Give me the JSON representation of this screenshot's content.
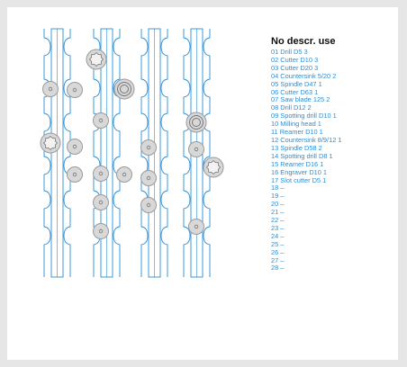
{
  "colors": {
    "rail": "#2a8ed6",
    "tool_fill": "#d8d8d8",
    "tool_stroke": "#9a9a9a",
    "list_text": "#2a8ed6",
    "title_text": "#111111"
  },
  "tool_list": {
    "title": "No descr. use",
    "items": [
      "01 Drill D5 3",
      "02 Cutter D10 3",
      "03 Cutter D20 3",
      "04 Countersink 5/20 2",
      "05 Spindle D47 1",
      "06 Cutter D63 1",
      "07 Saw blade 125 2",
      "08 Drill D12 2",
      "09 Spotting drill D10 1",
      "10 Milling head 1",
      "11 Reamer D10 1",
      "12 Countersink 8/9/12 1",
      "13 Spindle D58 2",
      "14 Spotting drill D8 1",
      "15 Reamer D16 1",
      "16 Engraver D10 1",
      "17 Slot cutter D5 1",
      "18 –",
      "19 –",
      "20 –",
      "21 –",
      "22 –",
      "23 –",
      "24 –",
      "25 –",
      "26 –",
      "27 –",
      "28 –"
    ]
  },
  "rack": {
    "rails": 4,
    "tools": [
      {
        "kind": "plain"
      },
      {
        "kind": "plain"
      },
      {
        "kind": "gear"
      },
      {
        "kind": "plain"
      },
      {
        "kind": "gear"
      },
      {
        "kind": "plain"
      },
      {
        "kind": "plain"
      },
      {
        "kind": "plain"
      },
      {
        "kind": "plain"
      },
      {
        "kind": "plain"
      },
      {
        "kind": "rings"
      },
      {
        "kind": "plain"
      },
      {
        "kind": "plain"
      },
      {
        "kind": "plain"
      },
      {
        "kind": "plain"
      },
      {
        "kind": "plain"
      },
      {
        "kind": "rings"
      },
      {
        "kind": "plain"
      },
      {
        "kind": "gear"
      }
    ]
  }
}
